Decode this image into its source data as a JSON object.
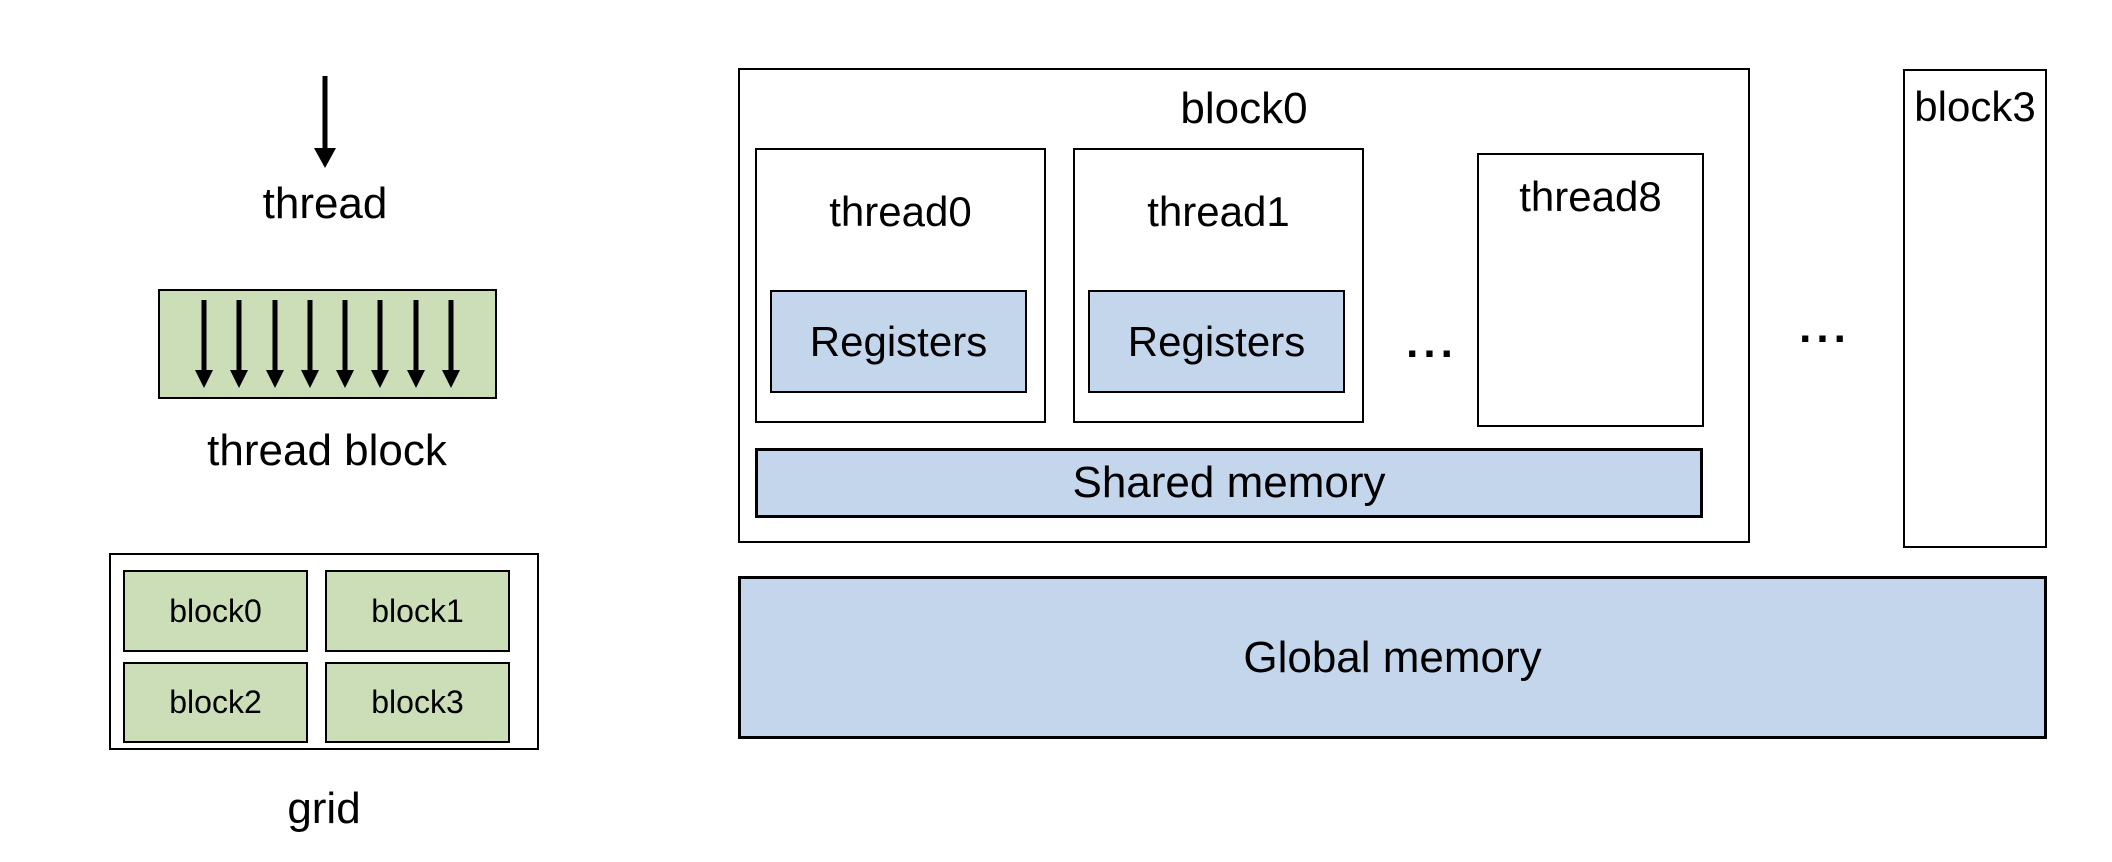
{
  "colors": {
    "green": "#cbdeb7",
    "blue": "#c3d6ec",
    "line": "#000000",
    "background": "#ffffff"
  },
  "left_panel": {
    "thread_label": "thread",
    "thread_block": {
      "label": "thread block",
      "arrow_count": 8
    },
    "grid": {
      "label": "grid",
      "blocks": [
        "block0",
        "block1",
        "block2",
        "block3"
      ]
    }
  },
  "right_panel": {
    "block0": {
      "title": "block0",
      "threads": [
        {
          "name": "thread0",
          "registers": "Registers"
        },
        {
          "name": "thread1",
          "registers": "Registers"
        },
        {
          "name": "thread8"
        }
      ],
      "inner_ellipsis": "...",
      "shared_memory": "Shared memory"
    },
    "outer_ellipsis": "...",
    "block3": {
      "title": "block3"
    },
    "global_memory": "Global memory"
  }
}
